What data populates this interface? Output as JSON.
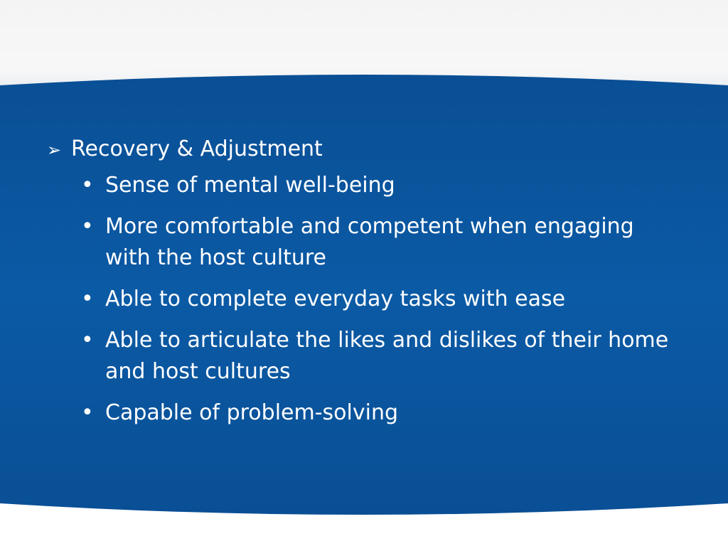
{
  "slide": {
    "colors": {
      "panel": "#0b5aa5",
      "panel_dark": "#0a4f95",
      "text": "#ffffff",
      "background": "#ffffff"
    },
    "heading": {
      "bullet_icon": "arrow-right-icon",
      "bullet_char": "➢",
      "text": "Recovery & Adjustment"
    },
    "bullet_char": "•",
    "bullets": [
      {
        "text": "Sense of mental well-being"
      },
      {
        "text": "More comfortable and competent when engaging with the host culture"
      },
      {
        "text": "Able to complete everyday tasks with ease"
      },
      {
        "text": "Able to articulate the likes and dislikes of their home and host cultures"
      },
      {
        "text": "Capable of problem-solving"
      }
    ]
  }
}
